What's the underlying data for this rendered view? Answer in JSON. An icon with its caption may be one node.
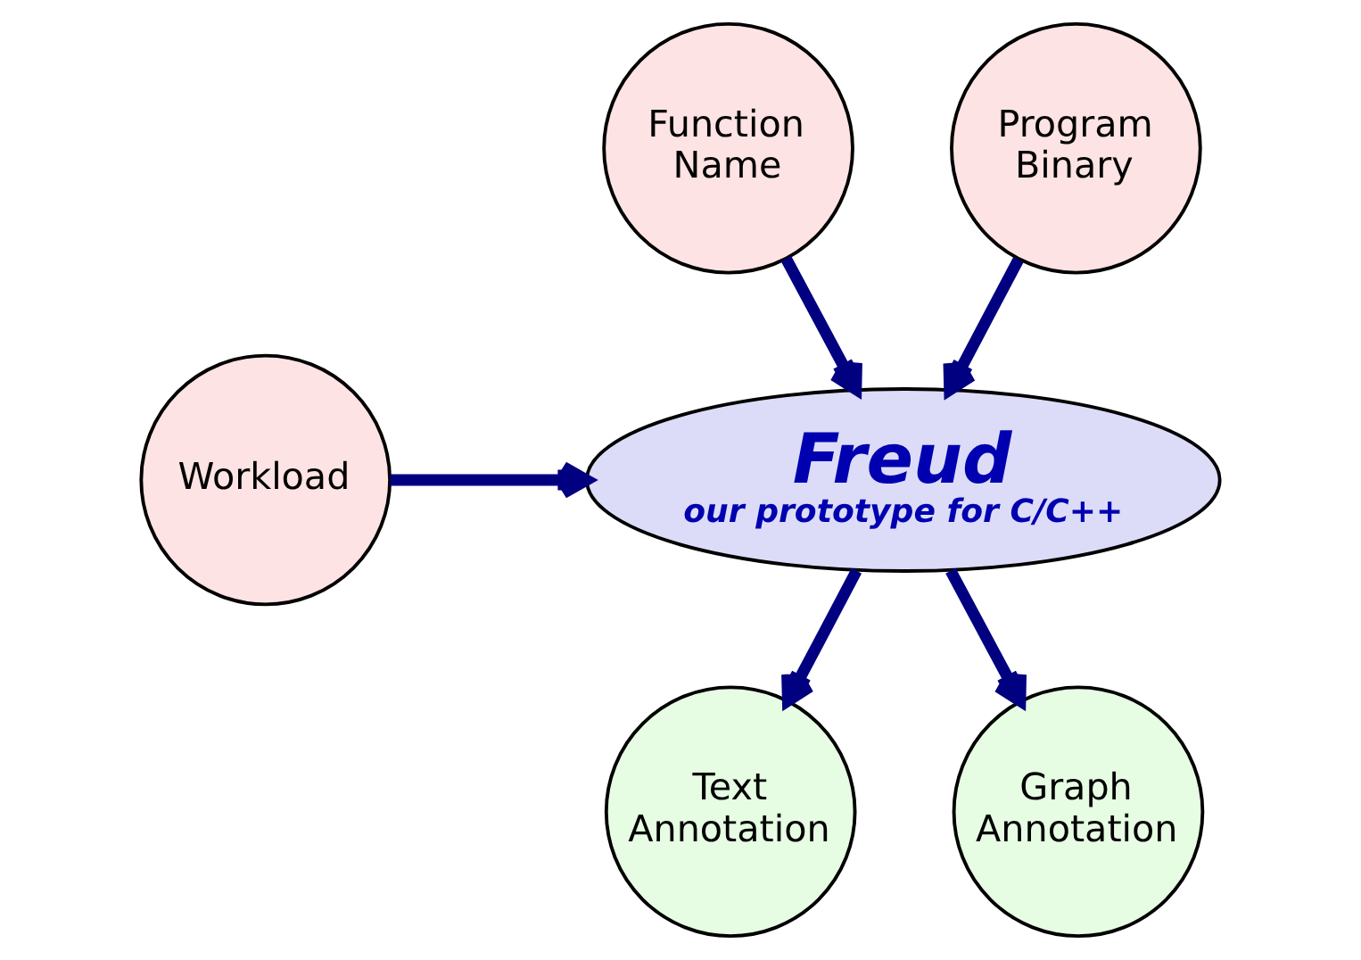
{
  "diagram": {
    "nodes": [
      {
        "text": [
          "Function Name"
        ]
      },
      {
        "text": [
          "Program Binary"
        ]
      },
      {
        "text": [
          "Workload"
        ]
      },
      {
        "text": [
          "Freud",
          "our prototype for C/C++"
        ]
      },
      {
        "text": [
          "Text Annotation"
        ]
      },
      {
        "text": [
          "Graph Annotation"
        ]
      }
    ],
    "edges": [
      {
        "from": 0,
        "to": 3,
        "arrow": "to"
      },
      {
        "from": 1,
        "to": 3,
        "arrow": "to"
      },
      {
        "from": 2,
        "to": 3,
        "arrow": "to"
      },
      {
        "from": 3,
        "to": 4,
        "arrow": "to"
      },
      {
        "from": 3,
        "to": 5,
        "arrow": "to"
      }
    ]
  }
}
